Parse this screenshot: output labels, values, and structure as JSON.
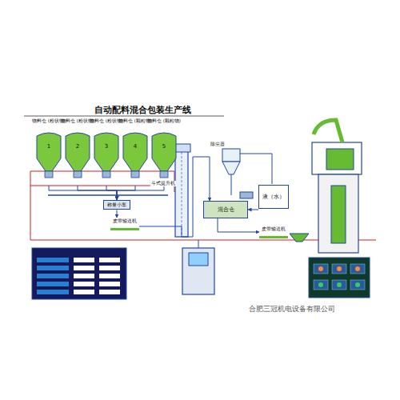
{
  "diagram": {
    "title": "自动配料混合包装生产线",
    "nodes": [
      {
        "text": [
          "物料仓 (粉状物)",
          "1"
        ]
      },
      {
        "text": [
          "物料仓 (粉状物)",
          "2"
        ]
      },
      {
        "text": [
          "物料仓 (粉状物)",
          "3"
        ]
      },
      {
        "text": [
          "物料仓 (颗粒物)",
          "4"
        ]
      },
      {
        "text": [
          "物料仓 (颗粒物)",
          "5"
        ]
      },
      {
        "text": [
          "称量小车"
        ]
      },
      {
        "text": [
          "皮带输送机"
        ]
      },
      {
        "text": [
          "混合仓"
        ]
      },
      {
        "text": [
          "液（水）"
        ]
      },
      {
        "text": [
          "皮带输送机"
        ]
      }
    ],
    "edges": [
      {
        "from": 0,
        "to": 5,
        "arrow": "to"
      },
      {
        "from": 1,
        "to": 5,
        "arrow": "to"
      },
      {
        "from": 2,
        "to": 5,
        "arrow": "to"
      },
      {
        "from": 3,
        "to": 5,
        "arrow": "to"
      },
      {
        "from": 4,
        "to": 5,
        "arrow": "to"
      },
      {
        "from": 5,
        "to": 6,
        "arrow": "to"
      },
      {
        "from": 6,
        "to": 7,
        "arrow": "to"
      },
      {
        "from": 8,
        "to": 7,
        "arrow": "to"
      },
      {
        "from": 7,
        "to": 9,
        "arrow": "to"
      }
    ],
    "labels": [
      "斗式提升机",
      "除尘器",
      "合肥三冠机电设备有限公司"
    ]
  }
}
